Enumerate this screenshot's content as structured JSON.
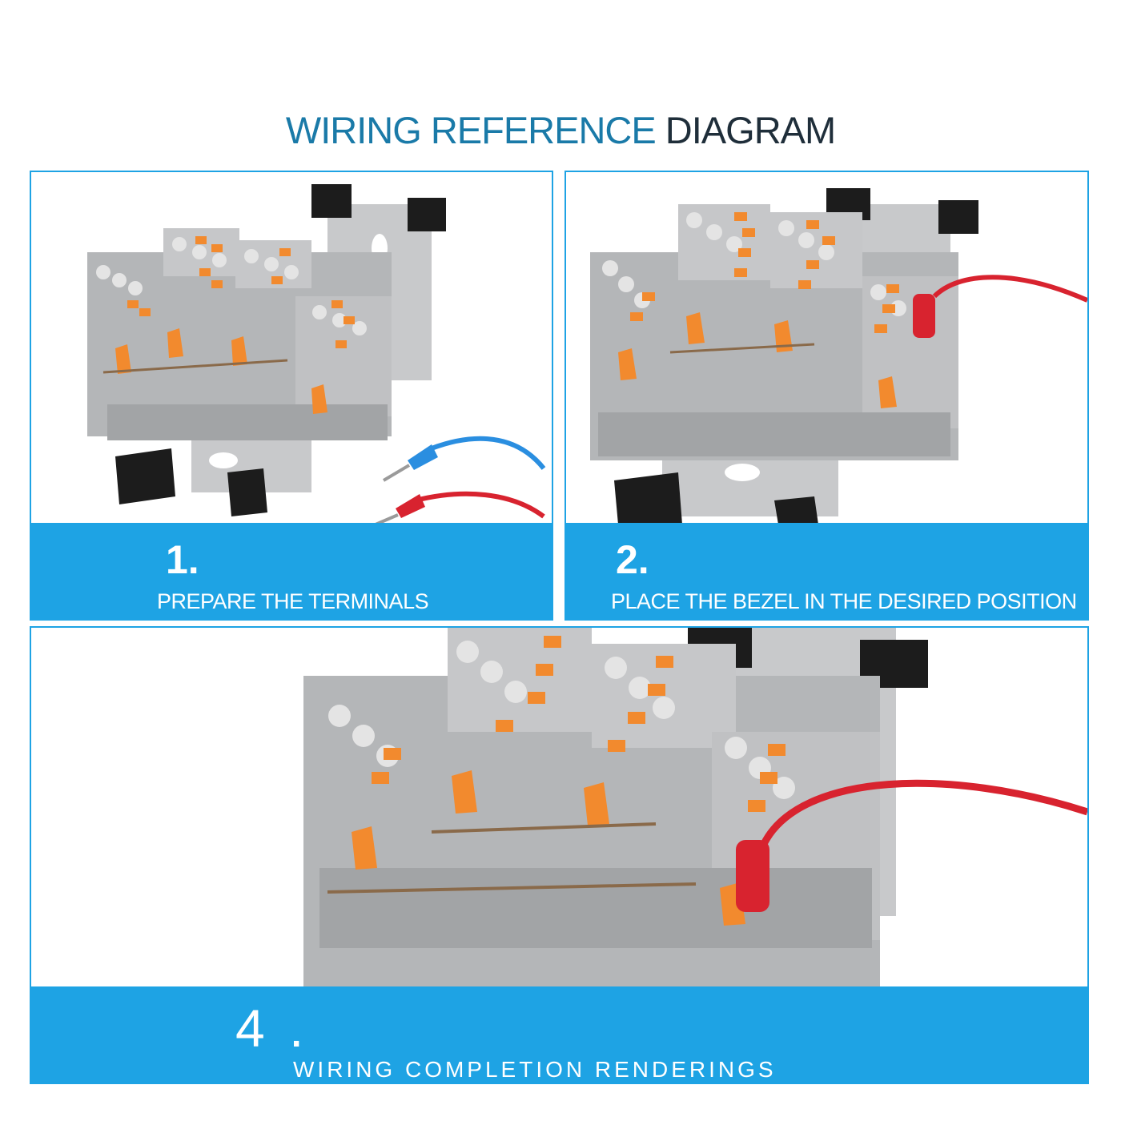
{
  "title": {
    "part1": "WIRING REFERENCE",
    "part2": "DIAGRAM"
  },
  "steps": [
    {
      "number": "1.",
      "caption": "PREPARE THE TERMINALS"
    },
    {
      "number": "2.",
      "caption": "PLACE THE BEZEL IN THE DESIRED POSITION"
    },
    {
      "number": "4 .",
      "caption": "WIRING COMPLETION RENDERINGS"
    }
  ],
  "colors": {
    "accent": "#1ea3e4",
    "title_blue": "#1a7aa8",
    "title_dark": "#1f2e3a",
    "terminal_gray": "#b4b6b8",
    "lever_orange": "#f28a2e",
    "wire_red": "#d8232f",
    "wire_blue": "#2a8ee0",
    "rail_end_black": "#1c1c1c"
  }
}
